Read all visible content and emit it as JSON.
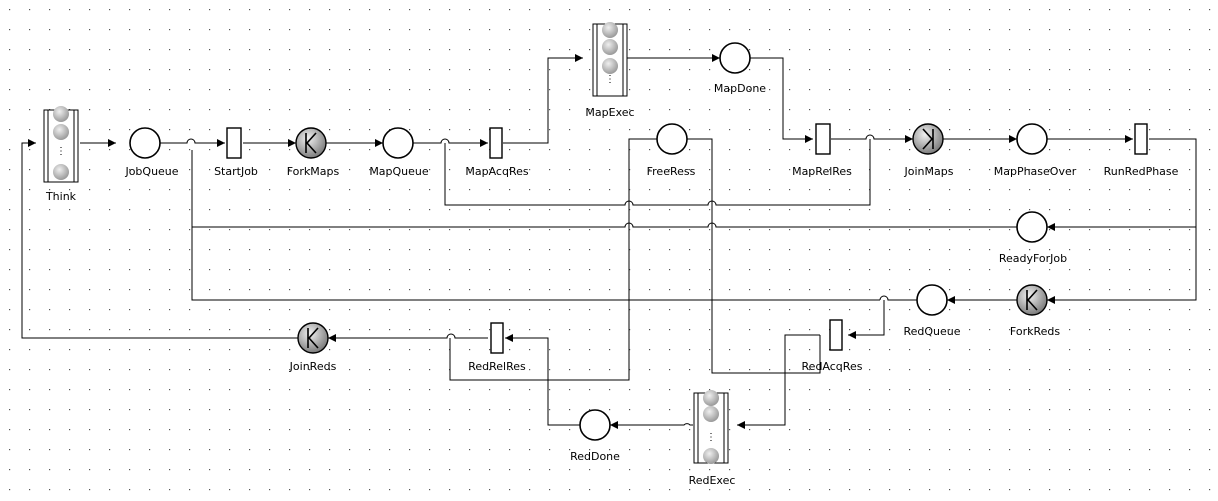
{
  "colors": {
    "line": "#000000",
    "grid_dot": "#555555",
    "token_light": "#d8d8d8",
    "token_dark": "#8f8f8f",
    "background": "#ffffff"
  },
  "nodes": {
    "think": {
      "label": "Think",
      "type": "delay-station"
    },
    "job_queue": {
      "label": "JobQueue",
      "type": "place"
    },
    "start_job": {
      "label": "StartJob",
      "type": "transition"
    },
    "fork_maps": {
      "label": "ForkMaps",
      "type": "fork"
    },
    "map_queue": {
      "label": "MapQueue",
      "type": "place"
    },
    "map_acq_res": {
      "label": "MapAcqRes",
      "type": "transition"
    },
    "map_exec": {
      "label": "MapExec",
      "type": "delay-station"
    },
    "map_done": {
      "label": "MapDone",
      "type": "place"
    },
    "free_ress": {
      "label": "FreeRess",
      "type": "place"
    },
    "map_rel_res": {
      "label": "MapRelRes",
      "type": "transition"
    },
    "join_maps": {
      "label": "JoinMaps",
      "type": "join"
    },
    "map_phase_over": {
      "label": "MapPhaseOver",
      "type": "place"
    },
    "run_red_phase": {
      "label": "RunRedPhase",
      "type": "transition"
    },
    "ready_for_job": {
      "label": "ReadyForJob",
      "type": "place"
    },
    "fork_reds": {
      "label": "ForkReds",
      "type": "fork"
    },
    "red_queue": {
      "label": "RedQueue",
      "type": "place"
    },
    "red_acq_res": {
      "label": "RedAcqRes",
      "type": "transition"
    },
    "red_exec": {
      "label": "RedExec",
      "type": "delay-station"
    },
    "red_done": {
      "label": "RedDone",
      "type": "place"
    },
    "red_rel_res": {
      "label": "RedRelRes",
      "type": "transition"
    },
    "join_reds": {
      "label": "JoinReds",
      "type": "join"
    }
  }
}
